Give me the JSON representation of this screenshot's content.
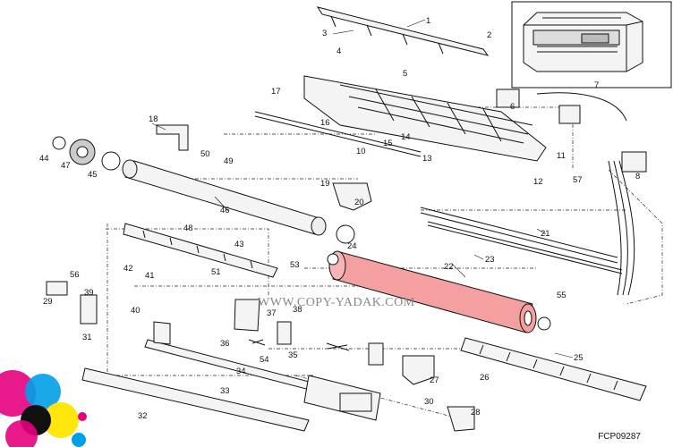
{
  "watermark": "WWW.COPY-YADAK.COM",
  "figure_code": "FCP09287",
  "highlight_color": "#f4a0a0",
  "callouts": [
    "1",
    "2",
    "3",
    "4",
    "5",
    "6",
    "7",
    "8",
    "10",
    "11",
    "12",
    "13",
    "14",
    "15",
    "16",
    "17",
    "18",
    "19",
    "20",
    "21",
    "22",
    "23",
    "24",
    "25",
    "26",
    "27",
    "28",
    "29",
    "30",
    "31",
    "32",
    "33",
    "34",
    "35",
    "36",
    "37",
    "38",
    "39",
    "40",
    "41",
    "42",
    "43",
    "44",
    "45",
    "46",
    "47",
    "48",
    "49",
    "50",
    "51",
    "53",
    "54",
    "55",
    "56",
    "57"
  ]
}
